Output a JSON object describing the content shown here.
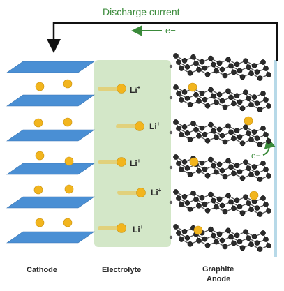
{
  "diagram": {
    "title": "Discharge current",
    "electron_label": "e−",
    "ion_label": "Li+",
    "ion_symbol": "Li",
    "ion_charge": "+",
    "captions": {
      "cathode": "Cathode",
      "electrolyte": "Electrolyte",
      "graphite": "Graphite",
      "anode": "Anode"
    },
    "colors": {
      "cathode_sheet": "#4a8fd4",
      "electrolyte_band": "#d3e7c8",
      "ion": "#f2b51e",
      "wire": "#111111",
      "arrow_green": "#3a8a3a",
      "graphite": "#2b2b2b"
    }
  }
}
